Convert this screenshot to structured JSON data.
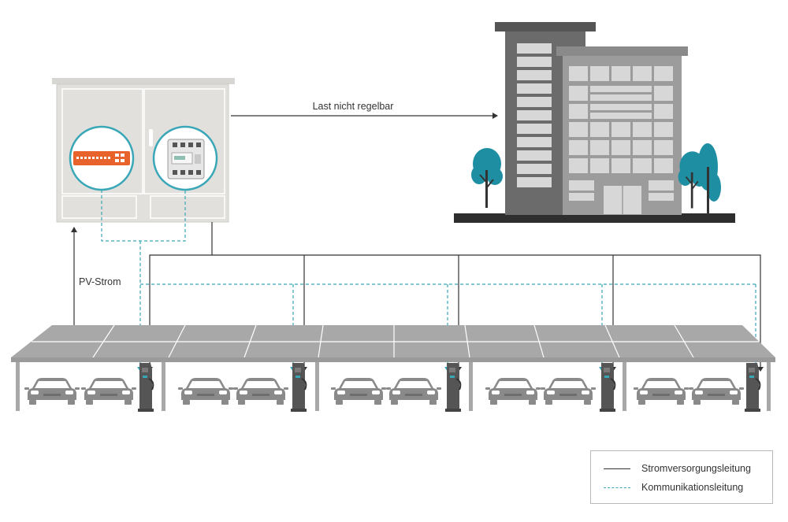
{
  "labels": {
    "load_arrow": "Last nicht regelbar",
    "pv_arrow": "PV-Strom"
  },
  "legend": {
    "power_line": "Stromversorgungsleitung",
    "comm_line": "Kommunikationsleitung"
  },
  "colors": {
    "power_line": "#333333",
    "comm_line": "#3aa7b8",
    "cabinet": "#e2e0dc",
    "switch_device": "#e8632b",
    "building_dark": "#6b6b6b",
    "building_light": "#9c9c9c",
    "trees": "#1e8fa3",
    "carport_roof": "#a8a8a8",
    "cars": "#8a8a8a",
    "chargers": "#555555"
  },
  "icons": [
    "network-switch-icon",
    "energy-meter-icon",
    "office-building-icon",
    "tree-icon",
    "car-icon",
    "charging-station-icon"
  ]
}
